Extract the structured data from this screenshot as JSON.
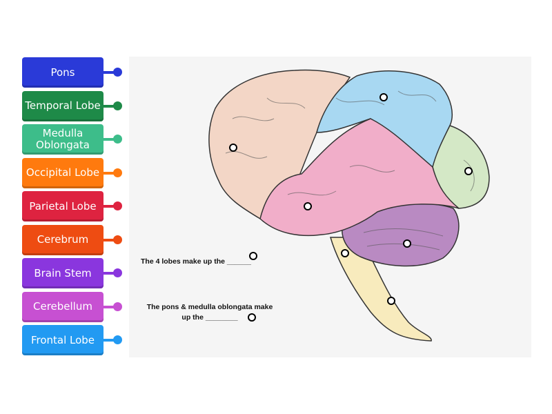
{
  "tiles": [
    {
      "label": "Pons",
      "color": "#2a3ad8"
    },
    {
      "label": "Temporal Lobe",
      "color": "#1e8a48"
    },
    {
      "label": "Medulla Oblongata",
      "color": "#3dbd8a"
    },
    {
      "label": "Occipital Lobe",
      "color": "#ff7a0e"
    },
    {
      "label": "Parietal Lobe",
      "color": "#de2340"
    },
    {
      "label": "Cerebrum",
      "color": "#ee4c12"
    },
    {
      "label": "Brain Stem",
      "color": "#8a36de"
    },
    {
      "label": "Cerebellum",
      "color": "#c750d2"
    },
    {
      "label": "Frontal Lobe",
      "color": "#229af2"
    }
  ],
  "questions": {
    "q1": "The 4 lobes make up the ______",
    "q2_line1": "The pons & medulla oblongata make",
    "q2_line2": "up the ________"
  },
  "colors": {
    "frontal": "#f3d6c6",
    "parietal": "#a8d8f2",
    "occipital": "#d4e8c6",
    "temporal": "#f1aec9",
    "cerebellum": "#b98ac2",
    "stem": "#f8ebbd"
  }
}
